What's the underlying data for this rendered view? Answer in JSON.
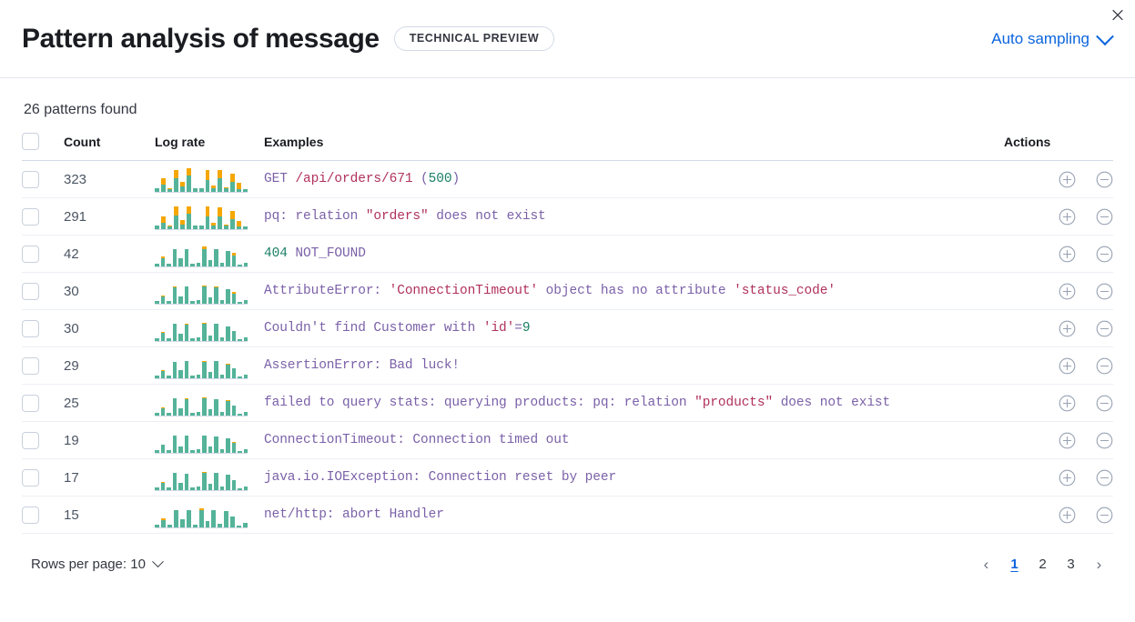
{
  "header": {
    "title": "Pattern analysis of message",
    "badge": "TECHNICAL PREVIEW",
    "sampling_label": "Auto sampling",
    "chevron_icon": "chevron-down-icon",
    "close_icon": "close-icon"
  },
  "summary": {
    "patterns_found": "26 patterns found"
  },
  "table": {
    "columns": {
      "select": "",
      "count": "Count",
      "log_rate": "Log rate",
      "examples": "Examples",
      "actions": "Actions"
    },
    "action_icons": {
      "add": "circle-plus-icon",
      "remove": "circle-minus-icon"
    },
    "rows": [
      {
        "count": "323",
        "example_plain": "GET /api/orders/671 (500)",
        "example_tokens": [
          {
            "t": "GET ",
            "c": "id"
          },
          {
            "t": "/api/orders/671",
            "c": "str"
          },
          {
            "t": " (",
            "c": "id"
          },
          {
            "t": "500",
            "c": "num"
          },
          {
            "t": ")",
            "c": "id"
          }
        ],
        "spark": [
          {
            "b": 5,
            "o": 0
          },
          {
            "b": 9,
            "o": 8
          },
          {
            "b": 3,
            "o": 1
          },
          {
            "b": 17,
            "o": 10
          },
          {
            "b": 7,
            "o": 5
          },
          {
            "b": 20,
            "o": 9
          },
          {
            "b": 5,
            "o": 0
          },
          {
            "b": 4,
            "o": 1
          },
          {
            "b": 15,
            "o": 12
          },
          {
            "b": 5,
            "o": 3
          },
          {
            "b": 17,
            "o": 10
          },
          {
            "b": 4,
            "o": 2
          },
          {
            "b": 12,
            "o": 11
          },
          {
            "b": 3,
            "o": 8
          },
          {
            "b": 3,
            "o": 0
          }
        ]
      },
      {
        "count": "291",
        "example_plain": "pq: relation \"orders\" does not exist",
        "example_tokens": [
          {
            "t": "pq: relation ",
            "c": "id"
          },
          {
            "t": "\"orders\"",
            "c": "str"
          },
          {
            "t": " does not exist",
            "c": "id"
          }
        ],
        "spark": [
          {
            "b": 4,
            "o": 0
          },
          {
            "b": 8,
            "o": 8
          },
          {
            "b": 3,
            "o": 1
          },
          {
            "b": 17,
            "o": 11
          },
          {
            "b": 6,
            "o": 5
          },
          {
            "b": 19,
            "o": 9
          },
          {
            "b": 4,
            "o": 0
          },
          {
            "b": 4,
            "o": 1
          },
          {
            "b": 16,
            "o": 12
          },
          {
            "b": 5,
            "o": 3
          },
          {
            "b": 16,
            "o": 11
          },
          {
            "b": 4,
            "o": 2
          },
          {
            "b": 13,
            "o": 10
          },
          {
            "b": 3,
            "o": 7
          },
          {
            "b": 3,
            "o": 0
          }
        ]
      },
      {
        "count": "42",
        "example_plain": "404 NOT_FOUND",
        "example_tokens": [
          {
            "t": "404",
            "c": "num"
          },
          {
            "t": " NOT_FOUND",
            "c": "id"
          }
        ],
        "spark": [
          {
            "b": 3,
            "o": 0
          },
          {
            "b": 10,
            "o": 2
          },
          {
            "b": 3,
            "o": 0
          },
          {
            "b": 21,
            "o": 1
          },
          {
            "b": 10,
            "o": 0
          },
          {
            "b": 22,
            "o": 0
          },
          {
            "b": 3,
            "o": 0
          },
          {
            "b": 4,
            "o": 0
          },
          {
            "b": 22,
            "o": 3
          },
          {
            "b": 8,
            "o": 0
          },
          {
            "b": 21,
            "o": 1
          },
          {
            "b": 5,
            "o": 0
          },
          {
            "b": 19,
            "o": 0
          },
          {
            "b": 14,
            "o": 3
          },
          {
            "b": 2,
            "o": 0
          },
          {
            "b": 5,
            "o": 0
          }
        ]
      },
      {
        "count": "30",
        "example_plain": "AttributeError: 'ConnectionTimeout' object has no attribute 'status_code'",
        "example_tokens": [
          {
            "t": "AttributeError: ",
            "c": "id"
          },
          {
            "t": "'ConnectionTimeout'",
            "c": "str"
          },
          {
            "t": " object has no attribute ",
            "c": "id"
          },
          {
            "t": "'status_code'",
            "c": "str"
          }
        ],
        "spark": [
          {
            "b": 3,
            "o": 0
          },
          {
            "b": 9,
            "o": 1
          },
          {
            "b": 3,
            "o": 0
          },
          {
            "b": 20,
            "o": 1
          },
          {
            "b": 9,
            "o": 0
          },
          {
            "b": 21,
            "o": 0
          },
          {
            "b": 3,
            "o": 0
          },
          {
            "b": 4,
            "o": 0
          },
          {
            "b": 21,
            "o": 2
          },
          {
            "b": 8,
            "o": 0
          },
          {
            "b": 20,
            "o": 1
          },
          {
            "b": 5,
            "o": 0
          },
          {
            "b": 18,
            "o": 0
          },
          {
            "b": 13,
            "o": 2
          },
          {
            "b": 2,
            "o": 0
          },
          {
            "b": 5,
            "o": 0
          }
        ]
      },
      {
        "count": "30",
        "example_plain": "Couldn't find Customer with 'id'=9",
        "example_tokens": [
          {
            "t": "Couldn't find Customer with ",
            "c": "id"
          },
          {
            "t": "'id'",
            "c": "str"
          },
          {
            "t": "=",
            "c": "id"
          },
          {
            "t": "9",
            "c": "num"
          }
        ],
        "spark": [
          {
            "b": 3,
            "o": 0
          },
          {
            "b": 10,
            "o": 1
          },
          {
            "b": 3,
            "o": 0
          },
          {
            "b": 21,
            "o": 1
          },
          {
            "b": 9,
            "o": 0
          },
          {
            "b": 20,
            "o": 1
          },
          {
            "b": 3,
            "o": 0
          },
          {
            "b": 4,
            "o": 0
          },
          {
            "b": 22,
            "o": 1
          },
          {
            "b": 7,
            "o": 0
          },
          {
            "b": 21,
            "o": 1
          },
          {
            "b": 5,
            "o": 0
          },
          {
            "b": 18,
            "o": 0
          },
          {
            "b": 12,
            "o": 1
          },
          {
            "b": 2,
            "o": 0
          },
          {
            "b": 4,
            "o": 0
          }
        ]
      },
      {
        "count": "29",
        "example_plain": "AssertionError: Bad luck!",
        "example_tokens": [
          {
            "t": "AssertionError: Bad luck!",
            "c": "id"
          }
        ],
        "spark": [
          {
            "b": 3,
            "o": 0
          },
          {
            "b": 9,
            "o": 1
          },
          {
            "b": 3,
            "o": 0
          },
          {
            "b": 20,
            "o": 0
          },
          {
            "b": 10,
            "o": 0
          },
          {
            "b": 21,
            "o": 1
          },
          {
            "b": 3,
            "o": 0
          },
          {
            "b": 4,
            "o": 0
          },
          {
            "b": 20,
            "o": 1
          },
          {
            "b": 8,
            "o": 0
          },
          {
            "b": 22,
            "o": 0
          },
          {
            "b": 5,
            "o": 0
          },
          {
            "b": 17,
            "o": 1
          },
          {
            "b": 12,
            "o": 0
          },
          {
            "b": 2,
            "o": 0
          },
          {
            "b": 5,
            "o": 0
          }
        ]
      },
      {
        "count": "25",
        "example_plain": "failed to query stats: querying products: pq: relation \"products\" does not exist",
        "example_tokens": [
          {
            "t": "failed to query stats: querying products: pq: relation ",
            "c": "id"
          },
          {
            "t": "\"products\"",
            "c": "str"
          },
          {
            "t": " does not exist",
            "c": "id"
          }
        ],
        "spark": [
          {
            "b": 3,
            "o": 0
          },
          {
            "b": 9,
            "o": 1
          },
          {
            "b": 3,
            "o": 0
          },
          {
            "b": 21,
            "o": 0
          },
          {
            "b": 9,
            "o": 0
          },
          {
            "b": 20,
            "o": 1
          },
          {
            "b": 3,
            "o": 0
          },
          {
            "b": 4,
            "o": 0
          },
          {
            "b": 22,
            "o": 1
          },
          {
            "b": 8,
            "o": 0
          },
          {
            "b": 20,
            "o": 0
          },
          {
            "b": 5,
            "o": 0
          },
          {
            "b": 18,
            "o": 1
          },
          {
            "b": 13,
            "o": 0
          },
          {
            "b": 2,
            "o": 0
          },
          {
            "b": 5,
            "o": 0
          }
        ]
      },
      {
        "count": "19",
        "example_plain": "ConnectionTimeout: Connection timed out",
        "example_tokens": [
          {
            "t": "ConnectionTimeout: Connection timed out",
            "c": "id"
          }
        ],
        "spark": [
          {
            "b": 3,
            "o": 0
          },
          {
            "b": 10,
            "o": 0
          },
          {
            "b": 3,
            "o": 0
          },
          {
            "b": 21,
            "o": 1
          },
          {
            "b": 8,
            "o": 0
          },
          {
            "b": 21,
            "o": 0
          },
          {
            "b": 3,
            "o": 0
          },
          {
            "b": 4,
            "o": 0
          },
          {
            "b": 21,
            "o": 1
          },
          {
            "b": 8,
            "o": 0
          },
          {
            "b": 20,
            "o": 0
          },
          {
            "b": 5,
            "o": 0
          },
          {
            "b": 18,
            "o": 0
          },
          {
            "b": 13,
            "o": 1
          },
          {
            "b": 2,
            "o": 0
          },
          {
            "b": 5,
            "o": 0
          }
        ]
      },
      {
        "count": "17",
        "example_plain": "java.io.IOException: Connection reset by peer",
        "example_tokens": [
          {
            "t": "java.io.IOException: Connection reset by peer",
            "c": "id"
          }
        ],
        "spark": [
          {
            "b": 3,
            "o": 0
          },
          {
            "b": 9,
            "o": 1
          },
          {
            "b": 3,
            "o": 0
          },
          {
            "b": 22,
            "o": 0
          },
          {
            "b": 9,
            "o": 0
          },
          {
            "b": 20,
            "o": 0
          },
          {
            "b": 3,
            "o": 0
          },
          {
            "b": 4,
            "o": 0
          },
          {
            "b": 22,
            "o": 1
          },
          {
            "b": 8,
            "o": 0
          },
          {
            "b": 21,
            "o": 0
          },
          {
            "b": 5,
            "o": 0
          },
          {
            "b": 19,
            "o": 0
          },
          {
            "b": 13,
            "o": 0
          },
          {
            "b": 2,
            "o": 0
          },
          {
            "b": 5,
            "o": 0
          }
        ]
      },
      {
        "count": "15",
        "example_plain": "net/http: abort Handler",
        "example_tokens": [
          {
            "t": "net/http: abort Handler",
            "c": "id"
          }
        ],
        "spark": [
          {
            "b": 3,
            "o": 0
          },
          {
            "b": 9,
            "o": 2
          },
          {
            "b": 3,
            "o": 0
          },
          {
            "b": 22,
            "o": 0
          },
          {
            "b": 10,
            "o": 0
          },
          {
            "b": 21,
            "o": 0
          },
          {
            "b": 3,
            "o": 0
          },
          {
            "b": 22,
            "o": 2
          },
          {
            "b": 8,
            "o": 0
          },
          {
            "b": 21,
            "o": 1
          },
          {
            "b": 5,
            "o": 0
          },
          {
            "b": 20,
            "o": 0
          },
          {
            "b": 14,
            "o": 0
          },
          {
            "b": 2,
            "o": 0
          },
          {
            "b": 6,
            "o": 0
          }
        ]
      }
    ]
  },
  "footer": {
    "rows_per_page": "Rows per page: 10",
    "chevron_icon": "chevron-down-icon",
    "prev_label": "‹",
    "next_label": "›",
    "pages": [
      "1",
      "2",
      "3"
    ],
    "active_page": "1"
  },
  "colors": {
    "accent_blue": "#0b64dd",
    "spark_base": "#54b399",
    "spark_top": "#f5a700",
    "token_identifier": "#7b61a8",
    "token_string": "#b0325c",
    "token_number": "#1a7f64"
  }
}
